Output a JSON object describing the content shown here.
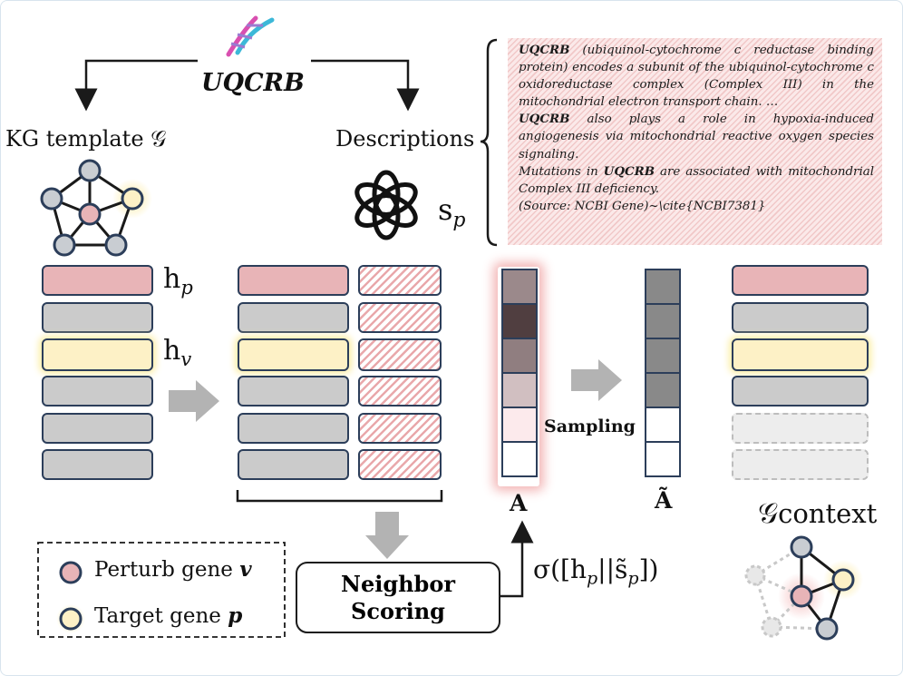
{
  "gene": {
    "symbol": "UQCRB"
  },
  "labels": {
    "kg_template": "KG template 𝒢",
    "descriptions": "Descriptions",
    "s_p": "s",
    "s_p_sub": "p",
    "h_p": "h",
    "h_p_sub": "p",
    "h_v": "h",
    "h_v_sub": "v",
    "sampling": "Sampling",
    "A": "A",
    "A_tilde": "Ã",
    "g_context_symbol": "𝒢",
    "g_context_sub": "context",
    "neighbor_scoring_line1": "Neighbor",
    "neighbor_scoring_line2": "Scoring",
    "sigma_formula": "σ([h",
    "sigma_sub_p": "p",
    "sigma_mid": "||s̃",
    "sigma_sub_p2": "p",
    "sigma_end": "])"
  },
  "description": {
    "p1_gene": "UQCRB",
    "p1_text": " (ubiquinol-cytochrome c reductase binding protein) encodes a subunit of the ubiquinol-cytochrome c oxidoreductase complex (Complex III) in the mitochondrial electron transport chain. …",
    "p2_gene": "UQCRB",
    "p2_text": " also plays a role in hypoxia-induced angiogenesis via mitochondrial reactive oxygen species signaling.",
    "p3_before": "Mutations in ",
    "p3_gene": "UQCRB",
    "p3_after": " are associated with mitochondrial Complex III deficiency.",
    "source": "(Source: NCBI Gene)~\\cite{NCBI7381}"
  },
  "legend": {
    "perturb_label": "Perturb gene ",
    "perturb_symbol": "v",
    "target_label": "Target gene ",
    "target_symbol": "p"
  },
  "attention": {
    "A_shades": [
      0.55,
      0.9,
      0.6,
      0.3,
      0.1,
      0.0
    ],
    "A_tilde_shades": [
      0.55,
      0.55,
      0.55,
      0.55,
      0.0,
      0.0
    ]
  },
  "colors": {
    "perturb": "#e8b4b7",
    "target": "#fdf1c6",
    "node": "#c9cdd2",
    "edge": "#1a1a1a",
    "bar_border": "#2c3e5a",
    "arrow_gray": "#b3b3b3"
  }
}
